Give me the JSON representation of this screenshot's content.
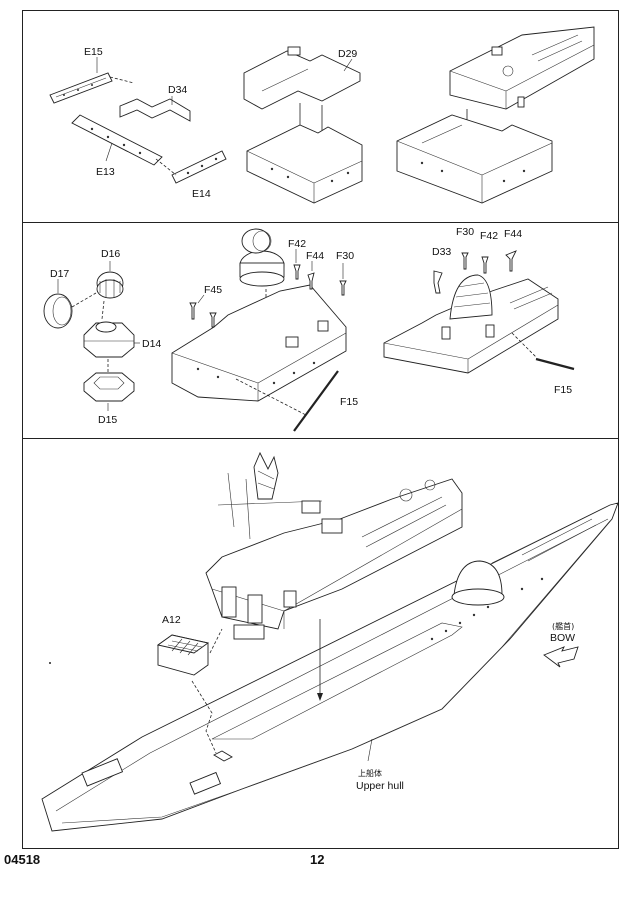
{
  "footer": {
    "kit_number": "04518",
    "page_number": "12"
  },
  "step1": {
    "labels": {
      "e15": "E15",
      "d34": "D34",
      "e13": "E13",
      "e14": "E14",
      "d29": "D29"
    }
  },
  "step2": {
    "labels": {
      "d16": "D16",
      "d17": "D17",
      "d14": "D14",
      "d15": "D15",
      "f42": "F42",
      "f44": "F44",
      "f30": "F30",
      "f45": "F45",
      "f15": "F15"
    }
  },
  "step3": {
    "labels": {
      "f30": "F30",
      "f42": "F42",
      "f44": "F44",
      "d33": "D33",
      "f15": "F15"
    }
  },
  "step4": {
    "labels": {
      "a12": "A12",
      "bow_cn": "(艦首)",
      "bow": "BOW",
      "upper_hull_cn": "上船体",
      "upper_hull": "Upper hull"
    }
  }
}
